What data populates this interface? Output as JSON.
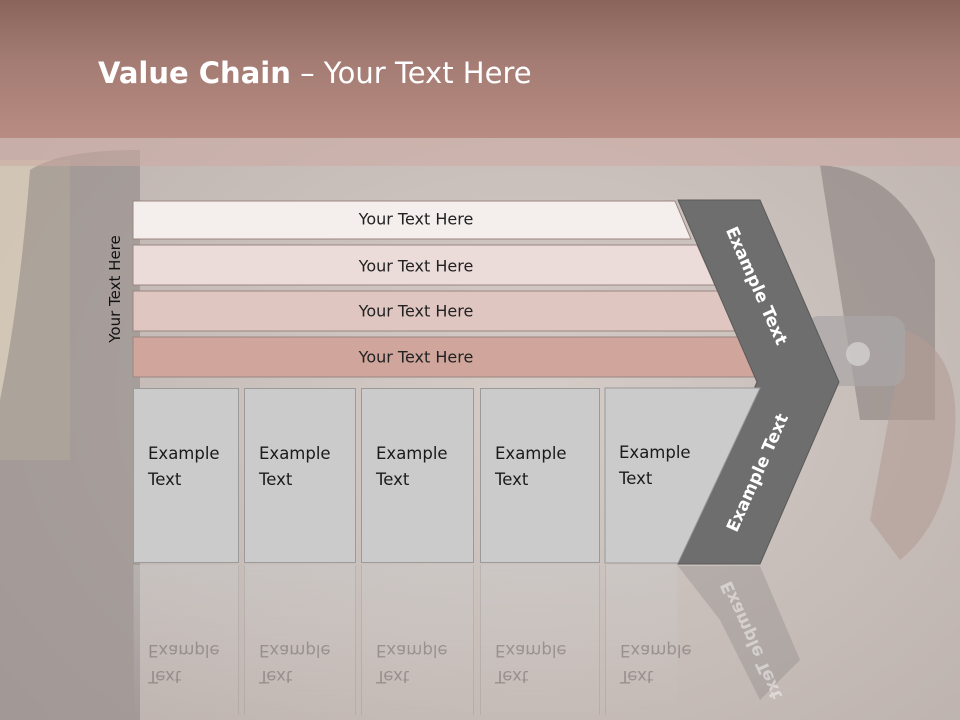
{
  "slide": {
    "title_bold": "Value Chain",
    "title_rest": " – Your Text Here",
    "side_label": "Your Text Here",
    "rows": [
      {
        "label": "Your Text Here",
        "color": "#f4eeed"
      },
      {
        "label": "Your Text Here",
        "color": "#ecdcd9"
      },
      {
        "label": "Your Text Here",
        "color": "#dfc6c1"
      },
      {
        "label": "Your Text Here",
        "color": "#cfa59c"
      }
    ],
    "cards": [
      {
        "line1": "Example",
        "line2": "Text"
      },
      {
        "line1": "Example",
        "line2": "Text"
      },
      {
        "line1": "Example",
        "line2": "Text"
      },
      {
        "line1": "Example",
        "line2": "Text"
      },
      {
        "line1": "Example",
        "line2": "Text"
      }
    ],
    "arrow_top_text": "Example Text",
    "arrow_bottom_text": "Example Text",
    "colors": {
      "header": "#a47c73",
      "arrow": "#6e6e6e",
      "card": "#cbcbcb"
    }
  }
}
